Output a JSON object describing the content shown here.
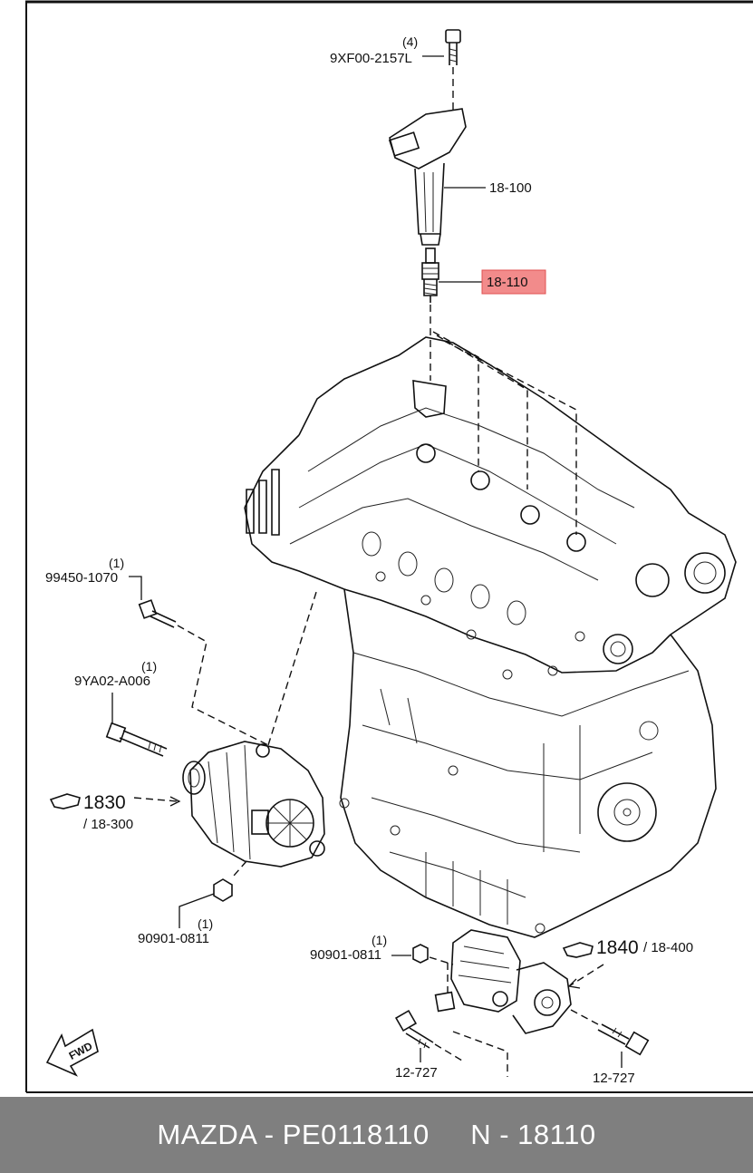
{
  "labels": {
    "bolt_top_qty": "(4)",
    "bolt_top_part": "9XF00-2157L",
    "coil_part": "18-100",
    "spark_plug_part": "18-110",
    "alt_bolt_a_qty": "(1)",
    "alt_bolt_a_part": "99450-1070",
    "alt_bolt_b_qty": "(1)",
    "alt_bolt_b_part": "9YA02-A006",
    "alt_ref_num": "1830",
    "alt_ref_sub": "/ 18-300",
    "alt_nut_qty": "(1)",
    "alt_nut_part": "90901-0811",
    "starter_nut_qty": "(1)",
    "starter_nut_part": "90901-0811",
    "starter_ref_num": "1840",
    "starter_ref_sub": "/ 18-400",
    "starter_bolt_left_part": "12-727",
    "starter_bolt_right_part": "12-727",
    "fwd_text": "FWD"
  },
  "colors": {
    "highlight_fill": "#f28b8b",
    "highlight_border": "#e05050",
    "footer_bg": "#7f7f7f",
    "footer_text": "#ffffff"
  },
  "footer": {
    "text": "MAZDA - PE0118110     N - 18110"
  }
}
